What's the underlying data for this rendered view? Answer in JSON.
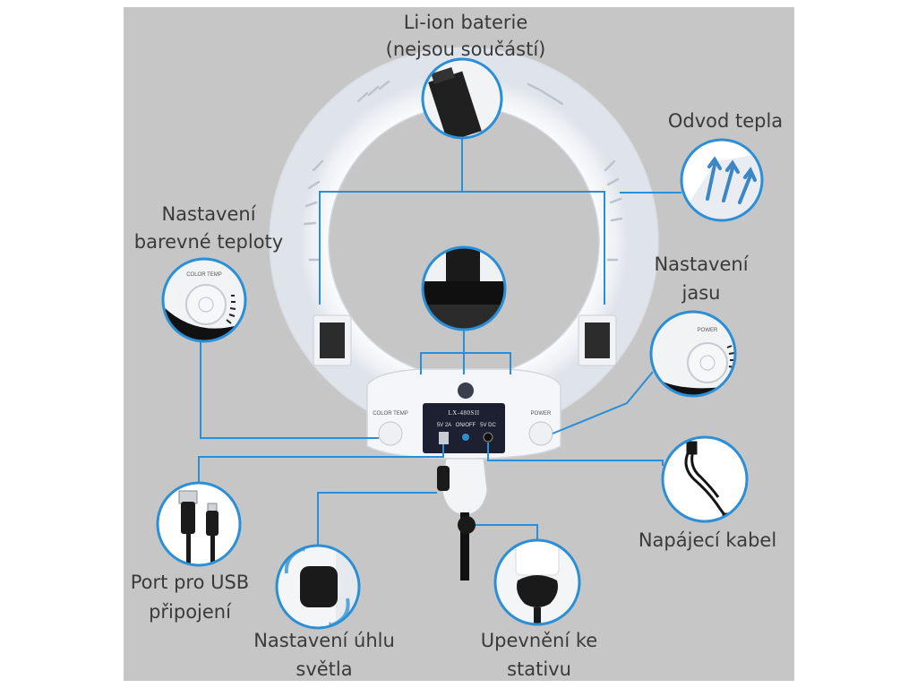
{
  "colors": {
    "panel_bg": "#c6c6c6",
    "accent_blue": "#2a8fd6",
    "ring_white": "#f7f8fa",
    "label_text": "#3a3a3a"
  },
  "labels": {
    "battery_line1": "Li-ion baterie",
    "battery_line2": "(nejsou součástí)",
    "heat_outlet": "Odvod tepla",
    "color_temp_line1": "Nastavení",
    "color_temp_line2": "barevné teploty",
    "brightness_line1": "Nastavení",
    "brightness_line2": "jasu",
    "power_cable": "Napájecí kabel",
    "usb_line1": "Port pro USB",
    "usb_line2": "připojení",
    "angle_line1": "Nastavení úhlu",
    "angle_line2": "světla",
    "mount_line1": "Upevnění ke",
    "mount_line2": "stativu"
  },
  "device": {
    "model": "LX-480SII",
    "knob_left_label": "COLOR TEMP",
    "knob_right_label": "POWER",
    "port1": "5V 2A",
    "port2": "ON/OFF",
    "port3": "5V DC"
  },
  "icons": [
    "battery-icon",
    "heat-arrows-icon",
    "color-temp-knob-icon",
    "power-knob-icon",
    "power-cable-icon",
    "usb-cable-icon",
    "angle-knob-icon",
    "mount-knob-icon",
    "phone-holder-icon"
  ]
}
